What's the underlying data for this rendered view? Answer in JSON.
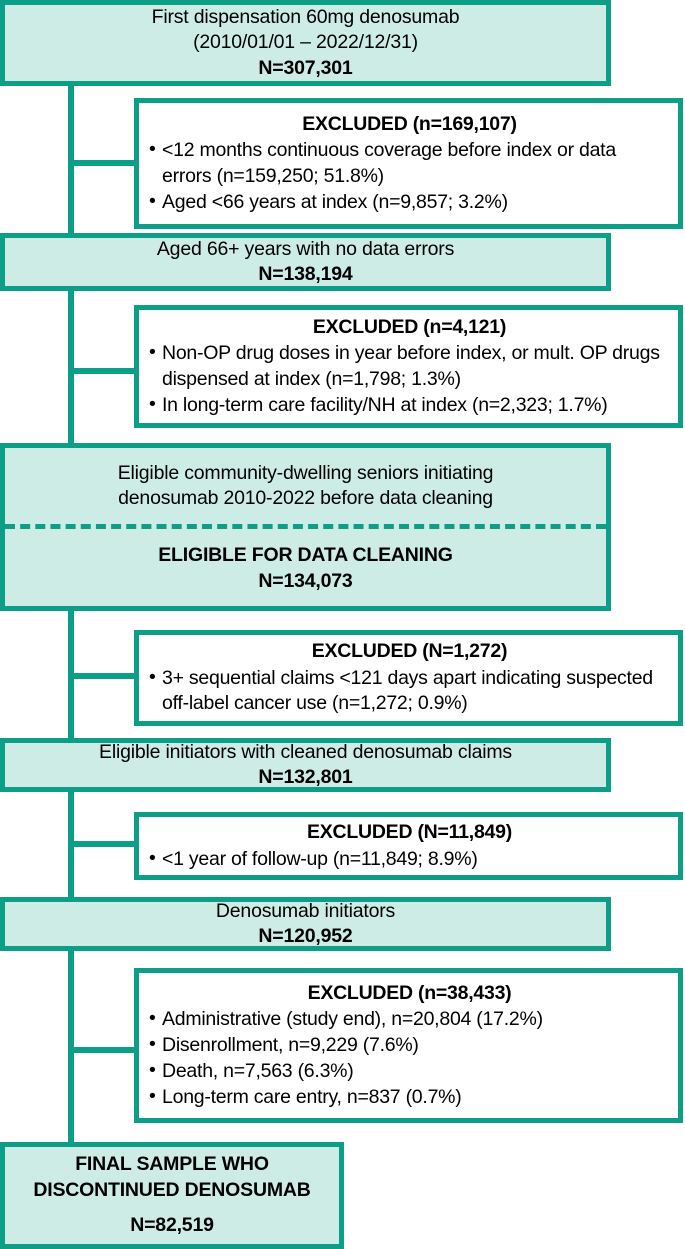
{
  "figure": {
    "type": "flowchart",
    "title": "Study cohort selection flow diagram (denosumab initiators)",
    "colors": {
      "border": "#0d9e87",
      "node_fill": "#cdece5",
      "excluded_fill": "#ffffff",
      "text": "#000000"
    }
  },
  "nodes": [
    {
      "id": "first-dispensation",
      "lines": [
        "First dispensation 60mg denosumab",
        "(2010/01/01 – 2022/12/31)"
      ],
      "count": "N=307,301"
    },
    {
      "id": "aged-66-no-errors",
      "lines": [
        "Aged 66+ years with no data errors"
      ],
      "count": "N=138,194"
    },
    {
      "id": "eligible-before-cleaning",
      "lines": [
        "Eligible community-dwelling seniors initiating",
        "denosumab 2010-2022 before data cleaning"
      ],
      "subtitle": "ELIGIBLE FOR DATA CLEANING",
      "count": "N=134,073"
    },
    {
      "id": "eligible-cleaned-claims",
      "lines": [
        "Eligible initiators with cleaned denosumab claims"
      ],
      "count": "N=132,801"
    },
    {
      "id": "denosumab-initiators",
      "lines": [
        "Denosumab initiators"
      ],
      "count": "N=120,952"
    },
    {
      "id": "final-sample",
      "lines": [
        "FINAL SAMPLE WHO",
        "DISCONTINUED DENOSUMAB"
      ],
      "count": "N=82,519"
    }
  ],
  "exclusions": [
    {
      "id": "excluded-1",
      "title": "EXCLUDED (n=169,107)",
      "items": [
        "<12 months continuous coverage before index or data errors (n=159,250; 51.8%)",
        "Aged <66 years at index (n=9,857; 3.2%)"
      ]
    },
    {
      "id": "excluded-2",
      "title": "EXCLUDED (n=4,121)",
      "items": [
        "Non-OP drug doses in year before index, or mult. OP drugs dispensed at index (n=1,798; 1.3%)",
        "In long-term care facility/NH at index (n=2,323; 1.7%)"
      ]
    },
    {
      "id": "excluded-3",
      "title": "EXCLUDED (N=1,272)",
      "items": [
        "3+ sequential claims <121 days apart indicating suspected off-label cancer use (n=1,272; 0.9%)"
      ]
    },
    {
      "id": "excluded-4",
      "title": "EXCLUDED (N=11,849)",
      "items": [
        "<1 year of follow-up (n=11,849; 8.9%)"
      ]
    },
    {
      "id": "excluded-5",
      "title": "EXCLUDED (n=38,433)",
      "items": [
        "Administrative (study end), n=20,804 (17.2%)",
        "Disenrollment, n=9,229 (7.6%)",
        "Death, n=7,563 (6.3%)",
        "Long-term care entry, n=837 (0.7%)"
      ]
    }
  ]
}
